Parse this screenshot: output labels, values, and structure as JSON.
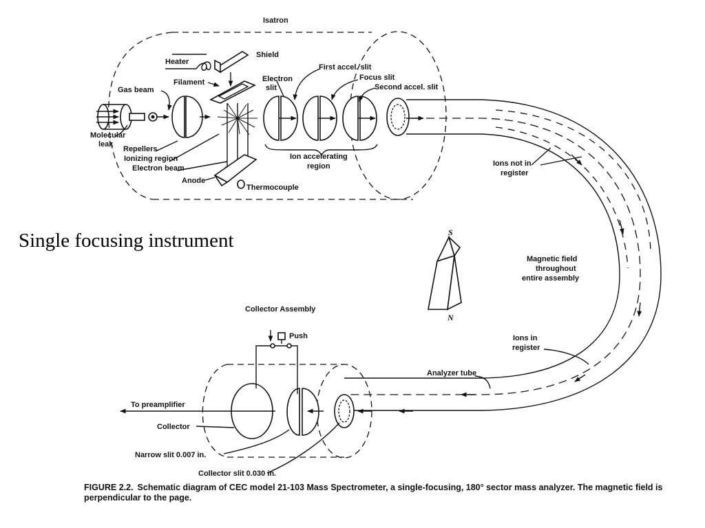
{
  "heading": "Single focusing instrument",
  "caption": {
    "figure_label": "FIGURE 2.2.",
    "text": "Schematic diagram of CEC model 21-103 Mass Spectrometer, a single-focusing, 180° sector mass analyzer. The magnetic field is perpendicular to the page."
  },
  "labels": {
    "isatron": "Isatron",
    "heater": "Heater",
    "shield": "Shield",
    "filament": "Filament",
    "electron_slit_1": "Electron",
    "electron_slit_2": "slit",
    "first_accel_slit": "First accel. slit",
    "focus_slit": "Focus slit",
    "second_accel_slit": "Second accel. slit",
    "gas_beam": "Gas beam",
    "molecular_leak_1": "Molecular",
    "molecular_leak_2": "leak",
    "repellers": "Repellers",
    "ionizing_region": "Ionizing region",
    "electron_beam": "Electron beam",
    "anode": "Anode",
    "thermocouple": "Thermocouple",
    "ion_accel_region_1": "Ion accelerating",
    "ion_accel_region_2": "region",
    "ions_not_in_register_1": "Ions not in",
    "ions_not_in_register_2": "register",
    "magnetic_field_1": "Magnetic field",
    "magnetic_field_2": "throughout",
    "magnetic_field_3": "entire assembly",
    "pole_s": "S",
    "pole_n": "N",
    "collector_assembly": "Collector Assembly",
    "push": "Push",
    "ions_in_register_1": "Ions in",
    "ions_in_register_2": "register",
    "analyzer_tube": "Analyzer tube",
    "to_preamplifier": "To preamplifier",
    "collector": "Collector",
    "narrow_slit": "Narrow slit 0.007 in.",
    "collector_slit": "Collector slit 0.030 in."
  }
}
